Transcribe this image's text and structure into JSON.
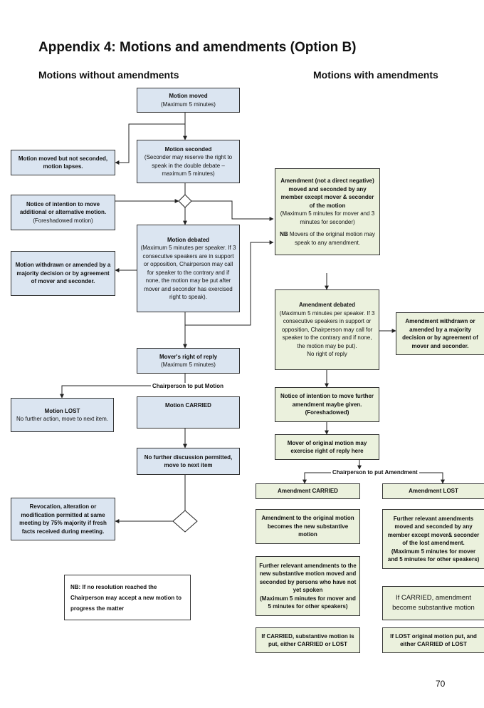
{
  "page": {
    "title": "Appendix 4: Motions and amendments (Option B)",
    "left_heading": "Motions without amendments",
    "right_heading": "Motions with amendments",
    "page_number": "70"
  },
  "left": {
    "motion_moved_title": "Motion moved",
    "motion_moved_sub": "(Maximum 5 minutes)",
    "not_seconded": "Motion moved but not seconded, motion lapses.",
    "seconded_title": "Motion seconded",
    "seconded_sub": "(Seconder may reserve the right to speak in the double debate – maximum 5 minutes)",
    "notice_title": "Notice of intention to move additional or alternative motion.",
    "notice_sub": "(Foreshadowed motion)",
    "debated_title": "Motion debated",
    "debated_sub": "(Maximum 5 minutes per speaker. If 3 consecutive speakers are in support or opposition, Chairperson may call for speaker to the contrary and if none, the motion may be put after mover and seconder has exercised right to speak).",
    "withdrawn": "Motion withdrawn or amended by a majority decision or by agreement of mover and seconder.",
    "reply_title": "Mover's right of reply",
    "reply_sub": "(Maximum 5 minutes)",
    "put_motion_label": "Chairperson to put Motion",
    "lost_title": "Motion LOST",
    "lost_sub": "No further action, move to next item.",
    "carried": "Motion CARRIED",
    "no_further": "No further discussion permitted, move to next item",
    "revocation": "Revocation, alteration or modification permitted at same meeting by 75% majority if fresh facts received during meeting.",
    "nb_note": "NB: If no resolution reached the Chairperson may accept a new motion to progress the matter"
  },
  "right": {
    "amendment_title": "Amendment (not a direct negative) moved and seconded by any member except mover & seconder of the motion",
    "amendment_sub": "(Maximum 5 minutes for mover and 3 minutes for seconder)",
    "amendment_nb_label": "NB",
    "amendment_nb": "Movers of the original motion may speak to any amendment.",
    "debated_title": "Amendment debated",
    "debated_sub": "(Maximum 5 minutes per speaker. If 3 consecutive speakers in support or opposition, Chairperson may call for speaker to the contrary and if none, the motion may be put).",
    "debated_no_reply": "No right of reply",
    "withdrawn": "Amendment withdrawn or amended by a majority decision or by agreement of mover and seconder.",
    "notice": "Notice of intention to move further amendment maybe given.",
    "notice_sub": "(Foreshadowed)",
    "mover_reply": "Mover of original motion may exercise right of reply here",
    "put_amendment_label": "Chairperson to put Amendment",
    "carried": "Amendment CARRIED",
    "lost": "Amendment LOST",
    "becomes_substantive": "Amendment to the original motion becomes the new substantive motion",
    "further_new": "Further relevant amendments to the new substantive motion moved and seconded by persons who have not yet spoken",
    "further_new_sub": "(Maximum 5 minutes for mover and 5 minutes for other speakers)",
    "further_lost": "Further relevant amendments moved and seconded by any member except mover& seconder of the lost amendment.",
    "further_lost_sub": "(Maximum 5 minutes for mover and 5 minutes for other speakers)",
    "if_carried": "If CARRIED, amendment become substantive motion",
    "if_carried_final": "If CARRIED, substantive motion is put, either CARRIED or LOST",
    "if_lost_final": "If LOST original motion put, and either CARRIED of LOST"
  }
}
